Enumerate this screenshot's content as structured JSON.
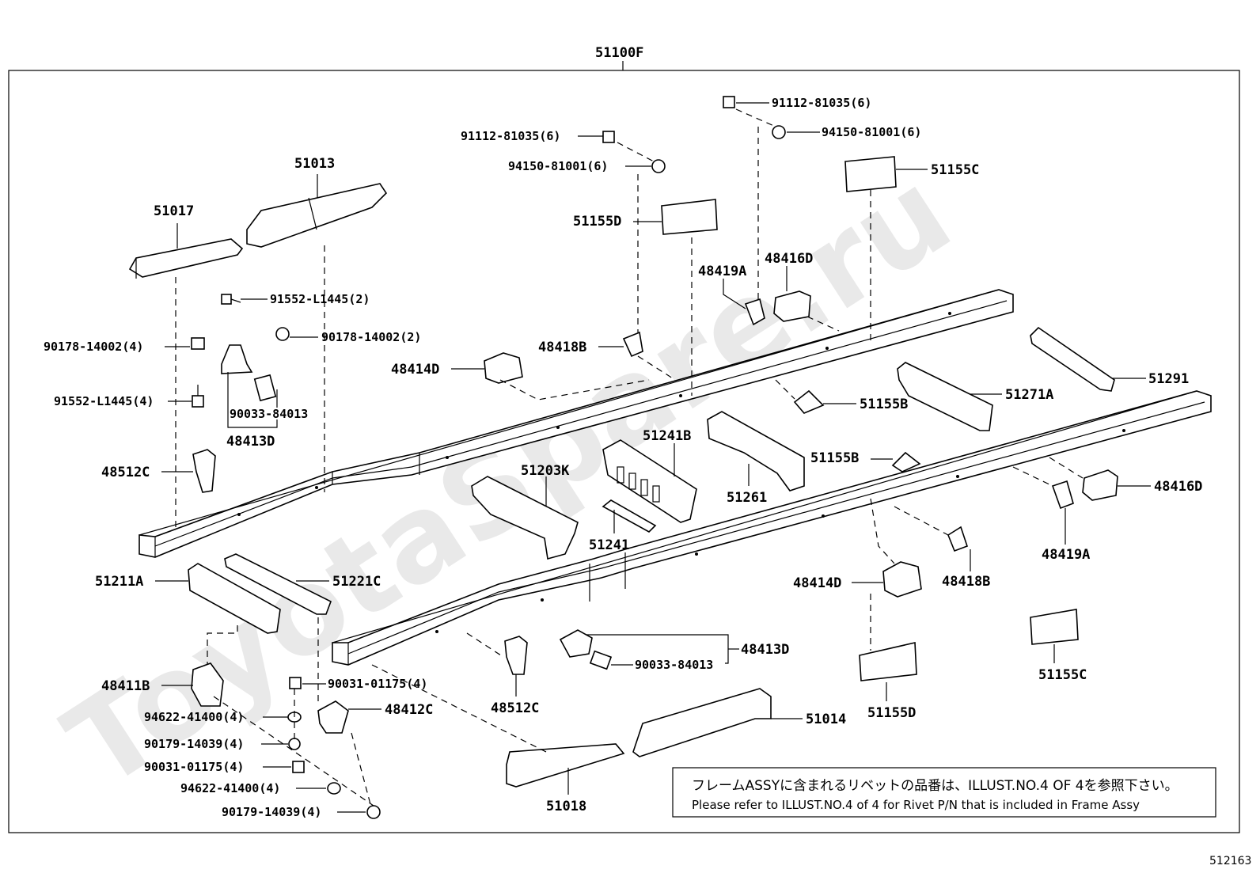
{
  "watermark": "ToyotaSpare.ru",
  "diagram_id": "512163",
  "assembly_label": "51100F",
  "note": {
    "jp": "フレームASSYに含まれるリベットの品番は、ILLUST.NO.4 OF 4を参照下さい。",
    "en": "Please refer to ILLUST.NO.4 of 4 for Rivet P/N that is included in Frame Assy"
  },
  "labels": {
    "p51013": "51013",
    "p51017": "51017",
    "p91552_2": "91552-L1445(2)",
    "p90178_2": "90178-14002(2)",
    "p90178_4": "90178-14002(4)",
    "p91552_4": "91552-L1445(4)",
    "p90033_l": "90033-84013",
    "p48413D_l": "48413D",
    "p48512C_l": "48512C",
    "p91112_l": "91112-81035(6)",
    "p94150_l": "94150-81001(6)",
    "p51155D_t": "51155D",
    "p48418B_l": "48418B",
    "p48414D_l": "48414D",
    "p91112_r": "91112-81035(6)",
    "p94150_r": "94150-81001(6)",
    "p51155C_t": "51155C",
    "p48419A_t": "48419A",
    "p48416D_t": "48416D",
    "p51291": "51291",
    "p51271A": "51271A",
    "p51155B_t": "51155B",
    "p51241B": "51241B",
    "p51203K": "51203K",
    "p51261": "51261",
    "p51155B_m": "51155B",
    "p48416D_r": "48416D",
    "p48419A_r": "48419A",
    "p51241": "51241",
    "p51211A": "51211A",
    "p51221C": "51221C",
    "p48414D_r": "48414D",
    "p48418B_r": "48418B",
    "p48413D_r": "48413D",
    "p90033_r": "90033-84013",
    "p48411B": "48411B",
    "p90031_a": "90031-01175(4)",
    "p94622_a": "94622-41400(4)",
    "p48412C": "48412C",
    "p90179_a": "90179-14039(4)",
    "p90031_b": "90031-01175(4)",
    "p94622_b": "94622-41400(4)",
    "p90179_b": "90179-14039(4)",
    "p48512C_r": "48512C",
    "p51018": "51018",
    "p51014": "51014",
    "p51155D_b": "51155D",
    "p51155C_b": "51155C"
  }
}
